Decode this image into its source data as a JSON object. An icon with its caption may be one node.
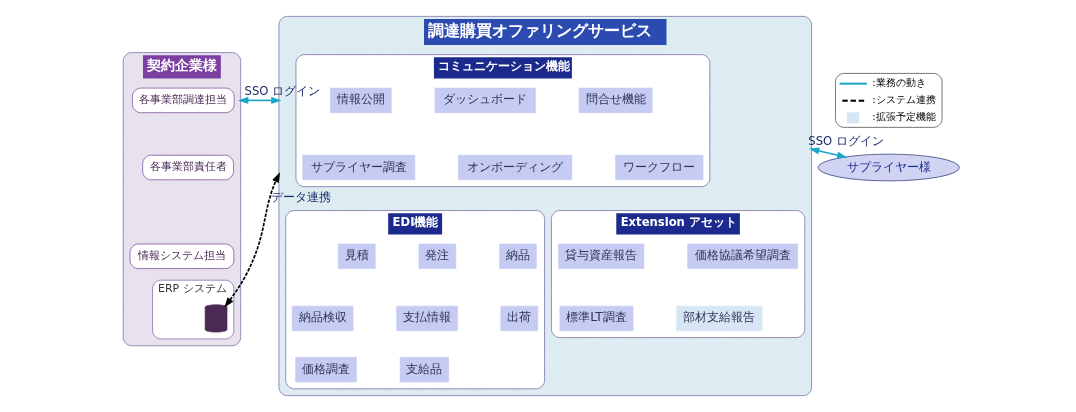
{
  "diagram": {
    "nodes": [
      {
        "text": [
          "契約企業様"
        ]
      },
      {
        "text": [
          "各事業部調達担当"
        ],
        "in": 0
      },
      {
        "text": [
          "各事業部責任者"
        ],
        "in": 0
      },
      {
        "text": [
          "情報システム担当"
        ],
        "in": 0
      },
      {
        "text": [
          "ERP システム"
        ],
        "in": 0
      },
      {
        "text": [],
        "shape": "cylinder",
        "in": 4
      },
      {
        "text": [
          "調達購買オファリングサービス"
        ]
      },
      {
        "text": [
          "コミュニケーション機能"
        ],
        "in": 6
      },
      {
        "text": [
          "情報公開"
        ],
        "in": 7
      },
      {
        "text": [
          "ダッシュボード"
        ],
        "in": 7
      },
      {
        "text": [
          "問合せ機能"
        ],
        "in": 7
      },
      {
        "text": [
          "サプライヤー調査"
        ],
        "in": 7
      },
      {
        "text": [
          "オンボーディング"
        ],
        "in": 7
      },
      {
        "text": [
          "ワークフロー"
        ],
        "in": 7
      },
      {
        "text": [
          "Extension アセット"
        ],
        "in": 6
      },
      {
        "text": [
          "貸与資産報告"
        ],
        "in": 14
      },
      {
        "text": [
          "価格協議希望調査"
        ],
        "in": 14
      },
      {
        "text": [
          "標準LT調査"
        ],
        "in": 14
      },
      {
        "text": [
          "部材支給報告"
        ],
        "in": 14
      },
      {
        "text": [
          "EDI機能"
        ],
        "in": 6
      },
      {
        "text": [
          "見積"
        ],
        "in": 19
      },
      {
        "text": [
          "発注"
        ],
        "in": 19
      },
      {
        "text": [
          "納品"
        ],
        "in": 19
      },
      {
        "text": [
          "納品検収"
        ],
        "in": 19
      },
      {
        "text": [
          "支払情報"
        ],
        "in": 19
      },
      {
        "text": [
          "出荷"
        ],
        "in": 19
      },
      {
        "text": [
          "価格調査"
        ],
        "in": 19
      },
      {
        "text": [
          "支給品"
        ],
        "in": 19
      },
      {
        "text": [
          "サプライヤー様"
        ]
      }
    ],
    "edges": [
      {
        "from": 0,
        "to": 6,
        "arrow": "both",
        "label": "SSO ログイン",
        "color": "#1aa7c8"
      },
      {
        "from": 5,
        "to": 6,
        "arrow": "both",
        "label": "データ連携",
        "style": "dashed",
        "color": "#000000"
      },
      {
        "from": 6,
        "to": 28,
        "arrow": "both",
        "label": "SSO ログイン",
        "color": "#1aa7c8"
      }
    ],
    "legend": [
      {
        "text": ":業務の動き"
      },
      {
        "text": ":システム連携"
      },
      {
        "text": ":拡張予定機能",
        "color": "#d6e6f5"
      }
    ]
  }
}
